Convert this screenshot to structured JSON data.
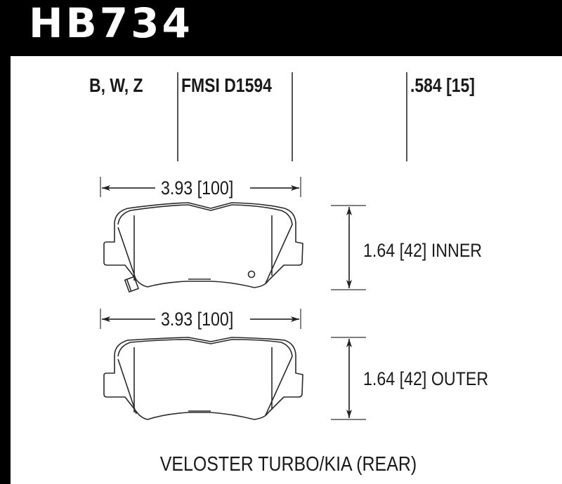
{
  "header": {
    "part_number": "HB734",
    "compounds": "B, W, Z",
    "fmsi": "FMSI D1594",
    "thickness": ".584 [15]"
  },
  "inner_pad": {
    "width_label": "3.93 [100]",
    "height_label": "1.64 [42] INNER"
  },
  "outer_pad": {
    "width_label": "3.93 [100]",
    "height_label": "1.64 [42] OUTER"
  },
  "footer": {
    "application": "VELOSTER TURBO/KIA (REAR)"
  },
  "colors": {
    "header_background": "#000000",
    "header_text": "#ffffff",
    "line": "#333333",
    "text": "#1a1a1a"
  }
}
